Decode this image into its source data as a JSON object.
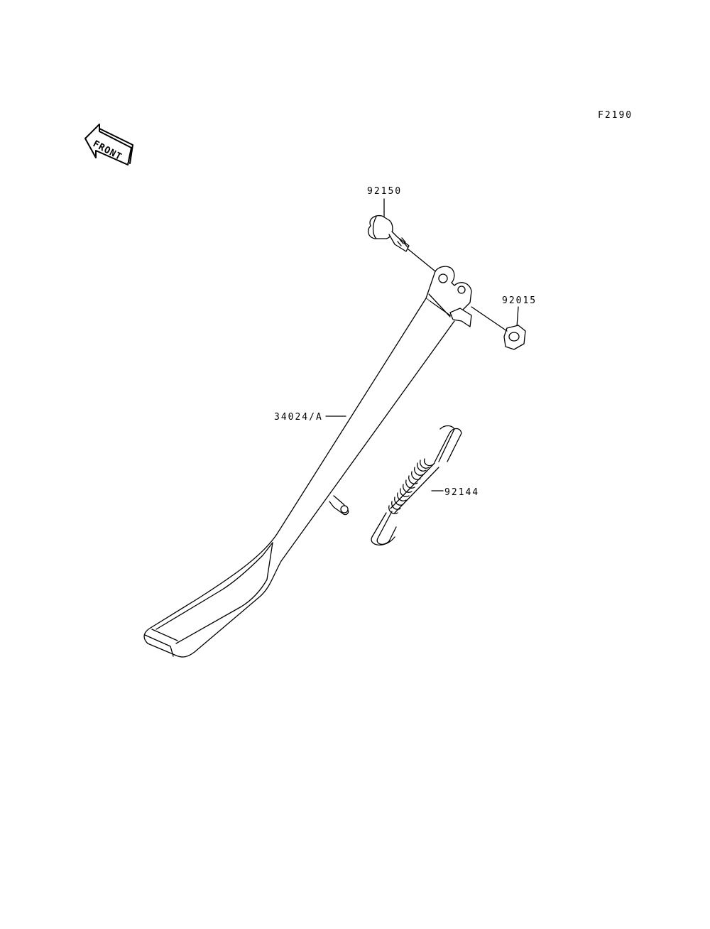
{
  "diagram": {
    "figure_code": "F2190",
    "front_label": "FRONT",
    "parts": [
      {
        "number": "92150",
        "name": "bolt"
      },
      {
        "number": "92015",
        "name": "nut"
      },
      {
        "number": "34024/A",
        "name": "side-stand"
      },
      {
        "number": "92144",
        "name": "spring"
      }
    ]
  }
}
